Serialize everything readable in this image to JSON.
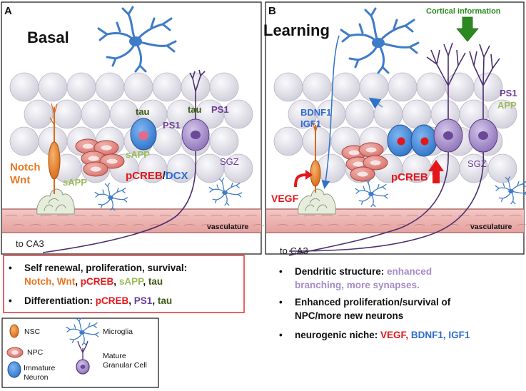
{
  "panelA": {
    "letter": "A",
    "title": "Basal",
    "labels": {
      "tau1": "tau",
      "ps1a": "PS1",
      "tau2": "tau",
      "ps1b": "PS1",
      "sapp1": "sAPP",
      "sapp2": "sAPP",
      "notch": "Notch",
      "wnt": "Wnt",
      "pcreb": "pCREB",
      "slash": "/",
      "dcx": "DCX",
      "sgz": "SGZ",
      "vasculature": "vasculature",
      "toca3": "to CA3"
    },
    "box": {
      "line1": "Self renewal, proliferation, survival:",
      "line2_notch": "Notch",
      "line2_wnt": "Wnt",
      "line2_pcreb": "pCREB",
      "line2_sapp": "sAPP",
      "line2_tau": "tau",
      "comma": ",",
      "line3_head": "Differentiation:",
      "line3_pcreb": "pCREB",
      "line3_ps1": "PS1",
      "line3_tau": "tau"
    }
  },
  "panelB": {
    "letter": "B",
    "title": "Learning",
    "labels": {
      "cortical": "Cortical information",
      "ps1": "PS1",
      "app": "APP",
      "bdnf1": "BDNF1",
      "igf1": "IGF1",
      "pcreb": "pCREB",
      "sgz": "SGZ",
      "vegf": "VEGF",
      "vasculature": "vasculature",
      "toca3": "to CA3"
    },
    "bullets": {
      "b1_head": "Dendritic structure:",
      "b1_tail1": "enhanced",
      "b1_tail2": "branching, more synapses.",
      "b2_line1": "Enhanced proliferation/survival of",
      "b2_line2": "NPC/more new neurons",
      "b3_head": "neurogenic niche:",
      "b3_vegf": "VEGF,",
      "b3_bdnf": "BDNF1,",
      "b3_igf": "IGF1"
    }
  },
  "legend": {
    "nsc": "NSC",
    "npc": "NPC",
    "immature1": "Immature",
    "immature2": "Neuron",
    "microglia": "Microglia",
    "mature1": "Mature",
    "mature2": "Granular Cell"
  },
  "bullet_char": "•",
  "colors": {
    "orange": "#e87722",
    "red": "#e3171b",
    "green": "#9bbb59",
    "purple": "#6a3d96",
    "blue": "#2f6bd0",
    "lavender": "#a48cc6",
    "box_border": "#e03030"
  }
}
